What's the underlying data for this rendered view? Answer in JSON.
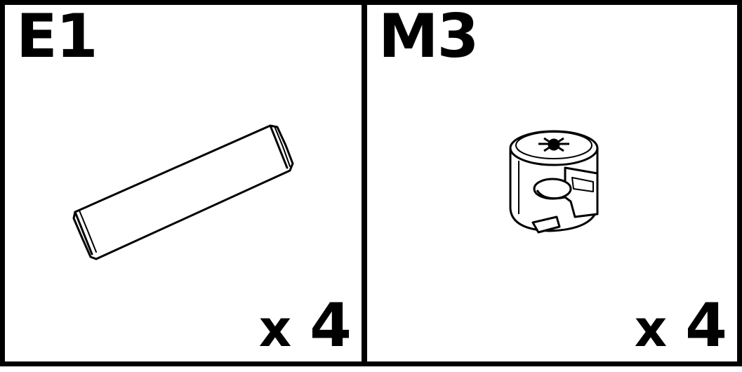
{
  "parts": [
    {
      "code": "E1",
      "qty_prefix": "x",
      "qty_value": "4",
      "icon": "dowel-icon"
    },
    {
      "code": "M3",
      "qty_prefix": "x",
      "qty_value": "4",
      "icon": "cam-lock-icon"
    }
  ],
  "colors": {
    "ink": "#000000",
    "paper": "#ffffff"
  }
}
